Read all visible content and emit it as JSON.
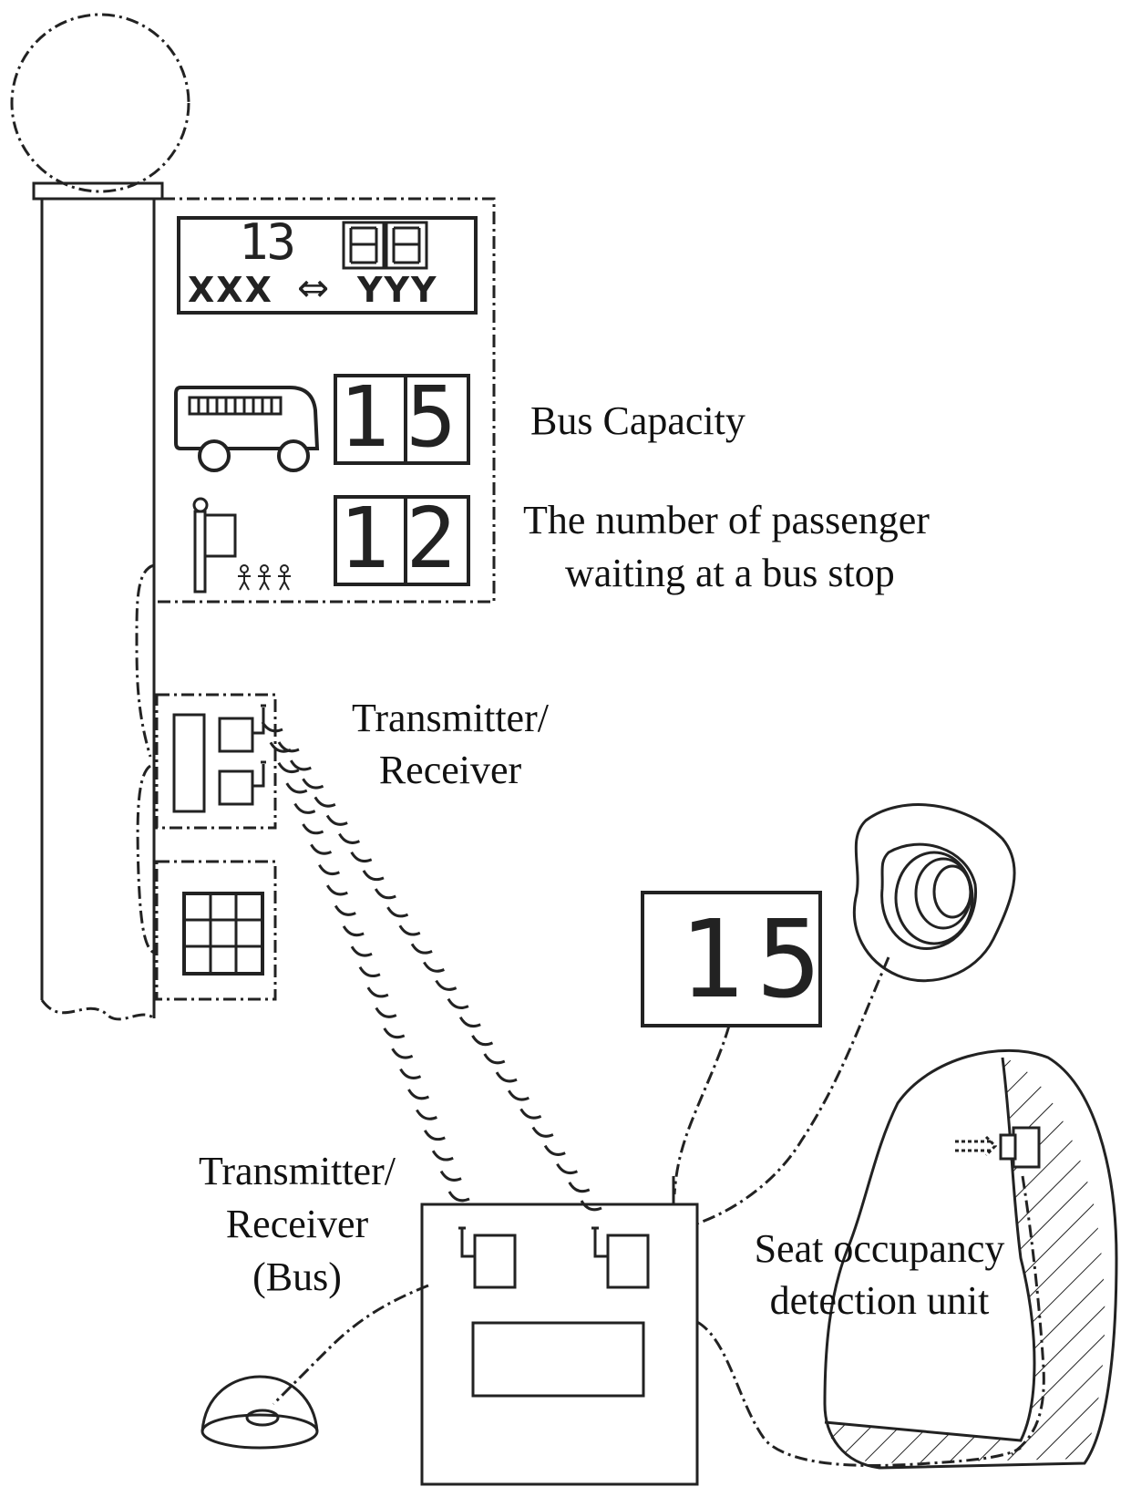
{
  "display": {
    "route_number": "13",
    "route_from": "XXX",
    "route_arrow": "⇔",
    "route_to": "YYY",
    "bus_capacity_value": "15",
    "waiting_passengers_value": "12",
    "bus_display_value": "15"
  },
  "labels": {
    "bus_capacity": "Bus Capacity",
    "waiting_line1": "The number of passenger",
    "waiting_line2": "waiting at a bus stop",
    "stop_trx_line1": "Transmitter/",
    "stop_trx_line2": "Receiver",
    "bus_trx_line1": "Transmitter/",
    "bus_trx_line2": "Receiver",
    "bus_trx_line3": "(Bus)",
    "seat_line1": "Seat occupancy",
    "seat_line2": "detection unit"
  },
  "icons": [
    "bus-icon",
    "bus-stop-flag-icon",
    "people-icon",
    "antenna-icon",
    "keypad-icon",
    "push-button-icon",
    "seat-sensor-icon",
    "lamp-globe-icon"
  ]
}
